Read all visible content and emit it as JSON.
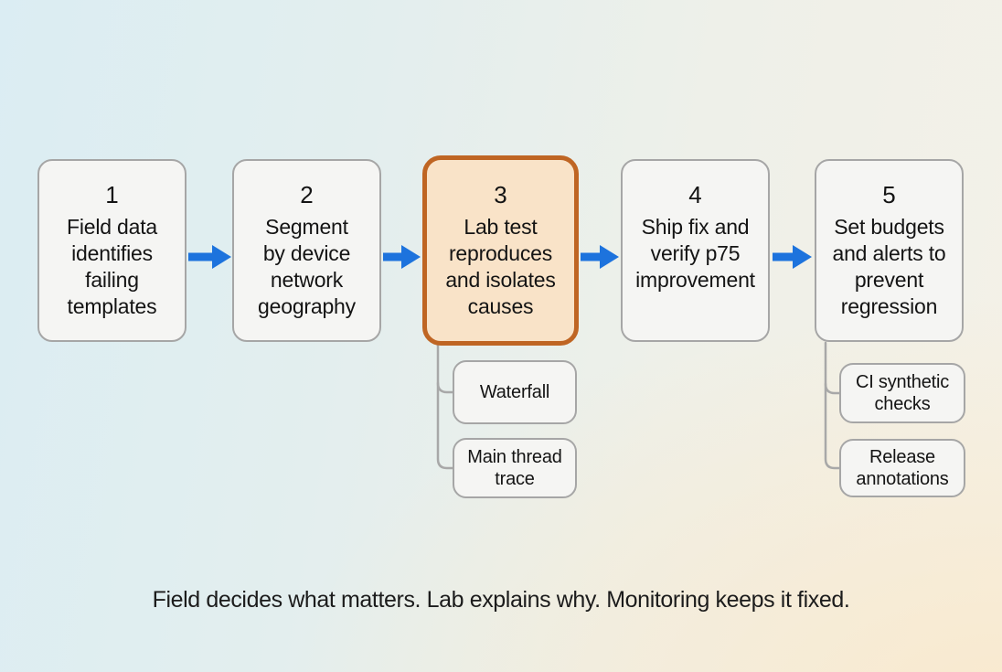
{
  "flow": {
    "stages": [
      {
        "number": "1",
        "label": "Field data\nidentifies\nfailing\ntemplates",
        "highlighted": false
      },
      {
        "number": "2",
        "label": "Segment\nby device\nnetwork\ngeography",
        "highlighted": false
      },
      {
        "number": "3",
        "label": "Lab test\nreproduces\nand isolates\ncauses",
        "highlighted": true
      },
      {
        "number": "4",
        "label": "Ship fix and\nverify p75\nimprovement",
        "highlighted": false
      },
      {
        "number": "5",
        "label": "Set budgets\nand alerts to\nprevent\nregression",
        "highlighted": false
      }
    ]
  },
  "substeps": {
    "stage3": [
      "Waterfall",
      "Main thread\ntrace"
    ],
    "stage5": [
      "CI synthetic\nchecks",
      "Release\nannotations"
    ]
  },
  "caption": "Field decides what matters. Lab explains why. Monitoring keeps it fixed.",
  "colors": {
    "arrow_blue": "#1d73dd",
    "highlight_border": "#bf6523",
    "highlight_fill": "#f9e3c8",
    "box_fill": "#f5f5f3",
    "box_border": "#a6a6a6",
    "connector_gray": "#a8a8a8",
    "background_cool": "#dbedf3",
    "background_warm": "#f9efdd"
  }
}
